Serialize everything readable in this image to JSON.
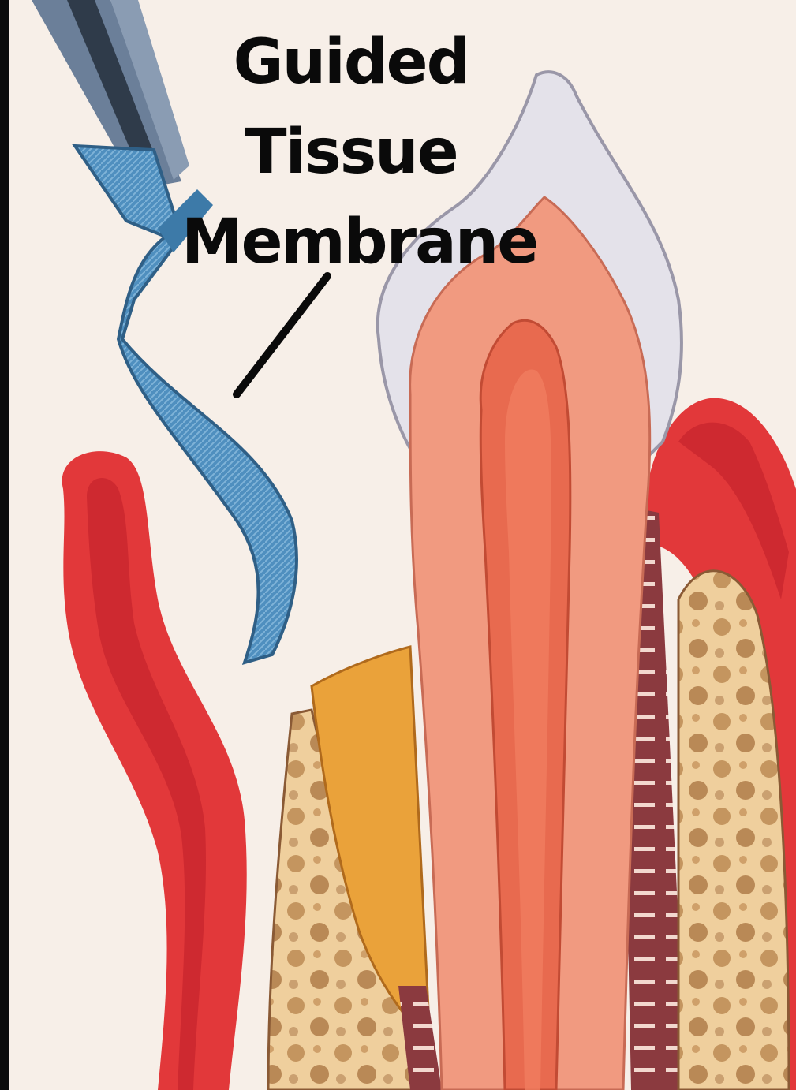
{
  "diagram": {
    "label_lines": [
      "Guided",
      "Tissue",
      "Membrane"
    ]
  },
  "colors": {
    "background": "#f7efe8",
    "gum": "#e2383a",
    "gum_dark": "#c21f29",
    "membrane": "#4f8fbf",
    "instrument": "#56708a",
    "enamel": "#e4e2ea",
    "dentin": "#f19a80",
    "pulp": "#e86a4f",
    "bone": "#efcf9d",
    "bone_spots": "#b98956",
    "graft": "#eaa23a",
    "ligament": "#8b3a3f"
  },
  "icons": [
    "instrument-tool",
    "membrane-sheet",
    "tooth",
    "gum",
    "bone"
  ]
}
